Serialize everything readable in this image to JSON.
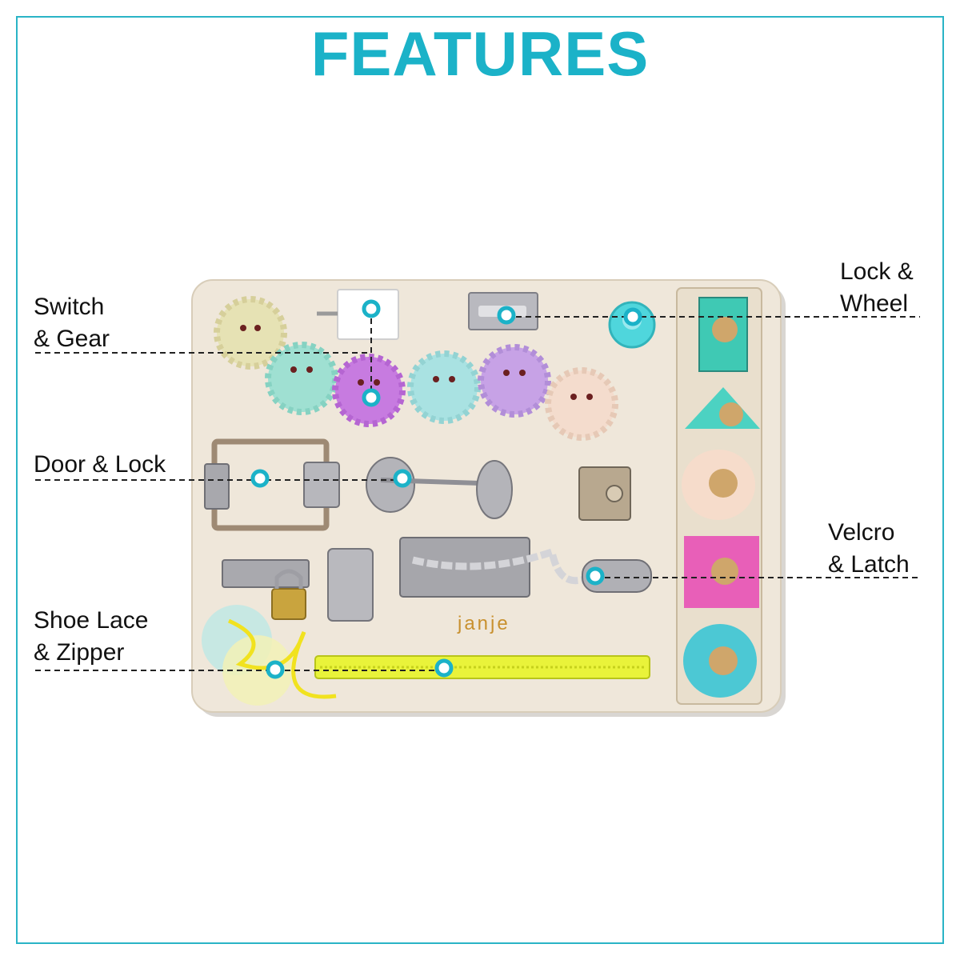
{
  "title": "FEATURES",
  "brand": "janje",
  "features": [
    {
      "line1": "Switch",
      "line2": "& Gear"
    },
    {
      "line1": "Door & Lock",
      "line2": ""
    },
    {
      "line1": "Shoe Lace",
      "line2": "& Zipper"
    },
    {
      "line1": "Lock &",
      "line2": "Wheel"
    },
    {
      "line1": "Velcro",
      "line2": "& Latch"
    }
  ],
  "colors": {
    "accent": "#1bb2c8",
    "board": "#efe7da",
    "gear_yellow": "#e6e2b4",
    "gear_teal": "#9fe0d2",
    "gear_purple": "#c77be0",
    "gear_blue": "#a9e2e2",
    "gear_lavender": "#c7a2e6",
    "gear_peach": "#f4dccd",
    "shape_teal": "#3fc9b4",
    "shape_peach": "#f6dccb",
    "shape_pink": "#e85fb8",
    "shape_blue": "#4cc8d4",
    "zipper": "#e9f33a"
  }
}
